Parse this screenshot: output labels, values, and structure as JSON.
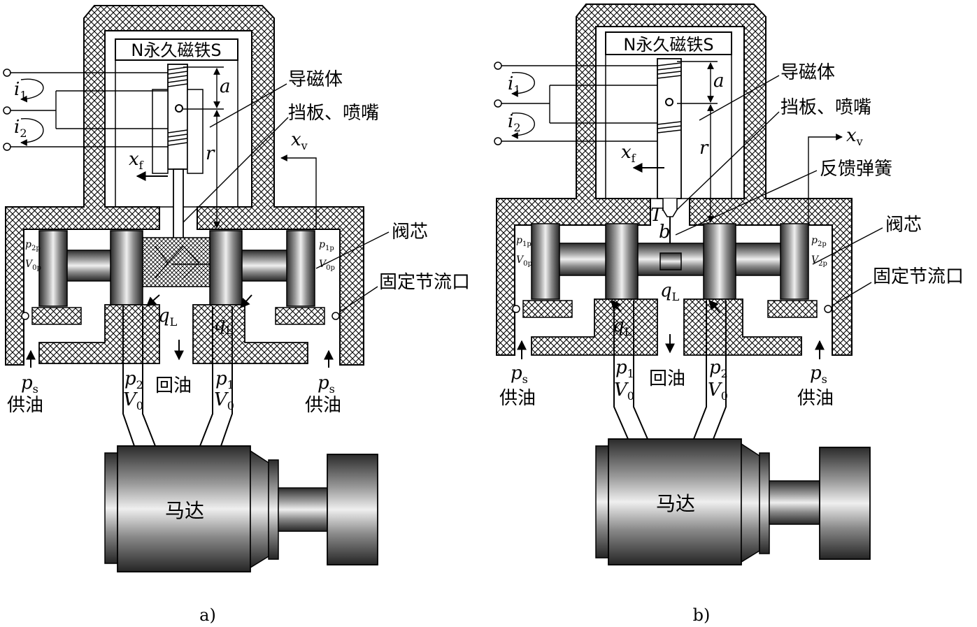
{
  "labels": {
    "magnet": "N永久磁铁S",
    "pole_piece": "导磁体",
    "flapper_nozzle": "挡板、喷嘴",
    "feedback_spring": "反馈弹簧",
    "spool": "阀芯",
    "fixed_orifice": "固定节流口",
    "supply": "供油",
    "return": "回油",
    "motor": "马达",
    "caption_a": "a)",
    "caption_b": "b)"
  },
  "symbols": {
    "i": "i",
    "i1_sub": "1",
    "i2_sub": "2",
    "a": "a",
    "r": "r",
    "x": "x",
    "f_sub": "f",
    "v_sub": "v",
    "q": "q",
    "L_sub": "L",
    "p": "p",
    "s_sub": "s",
    "p1_sub": "1",
    "p2_sub": "2",
    "V": "V",
    "V0_sub": "0",
    "p1p_sub": "1p",
    "p2p_sub": "2p",
    "V0p_sub": "0p",
    "V2p_sub": "2p",
    "T": "T",
    "b": "b"
  },
  "colors": {
    "ink": "#000000",
    "steel_dark": "#2b2b2b",
    "steel_light": "#e4e4e4",
    "hatch_bg": "#ffffff"
  }
}
